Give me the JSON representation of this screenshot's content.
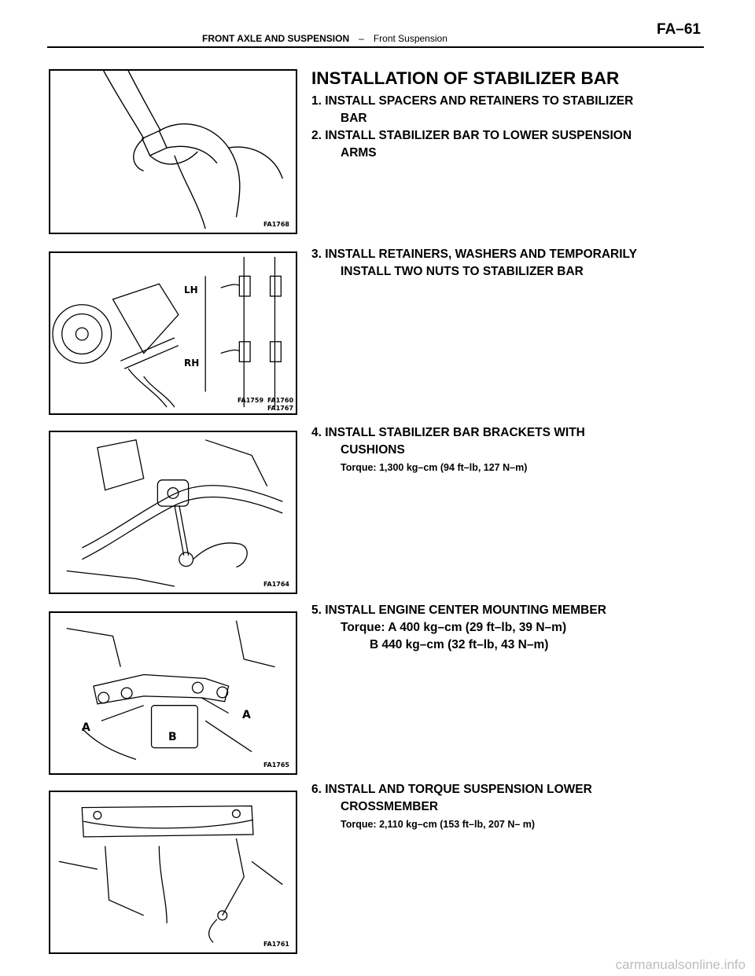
{
  "header": {
    "section": "FRONT AXLE AND SUSPENSION",
    "separator": "–",
    "subsection": "Front Suspension",
    "page": "FA–61"
  },
  "title": "INSTALLATION OF STABILIZER BAR",
  "steps": {
    "s1": {
      "lead": "1. INSTALL SPACERS AND RETAINERS TO STABILIZER",
      "cont": "BAR"
    },
    "s2": {
      "lead": "2. INSTALL STABILIZER BAR TO LOWER SUSPENSION",
      "cont": "ARMS"
    },
    "s3": {
      "lead": "3.  INSTALL  RETAINERS,  WASHERS  AND  TEMPORARILY",
      "cont": "INSTALL TWO NUTS TO STABILIZER BAR"
    },
    "s4": {
      "lead": "4. INSTALL STABILIZER BAR BRACKETS WITH",
      "cont": "CUSHIONS",
      "torque": "Torque: 1,300 kg–cm (94 ft–lb, 127 N–m)"
    },
    "s5": {
      "lead": "5. INSTALL ENGINE CENTER MOUNTING MEMBER",
      "torque_a": "Torque: A 400 kg–cm (29 ft–lb, 39 N–m)",
      "torque_b": "B 440 kg–cm (32 ft–lb, 43 N–m)"
    },
    "s6": {
      "lead": "6. INSTALL AND TORQUE SUSPENSION LOWER",
      "cont": "CROSSMEMBER",
      "torque": "Torque: 2,110 kg–cm (153 ft–lb, 207 N– m)"
    }
  },
  "figures": {
    "f1": {
      "code": "FA1768"
    },
    "f2": {
      "code_a": "FA1759",
      "code_b": "FA1760",
      "code_c": "FA1767",
      "label_lh": "LH",
      "label_rh": "RH"
    },
    "f3": {
      "code": "FA1764"
    },
    "f4": {
      "code": "FA1765",
      "label_a1": "A",
      "label_a2": "A",
      "label_b": "B"
    },
    "f5": {
      "code": "FA1761"
    }
  },
  "watermark": "carmanualsonline.info"
}
